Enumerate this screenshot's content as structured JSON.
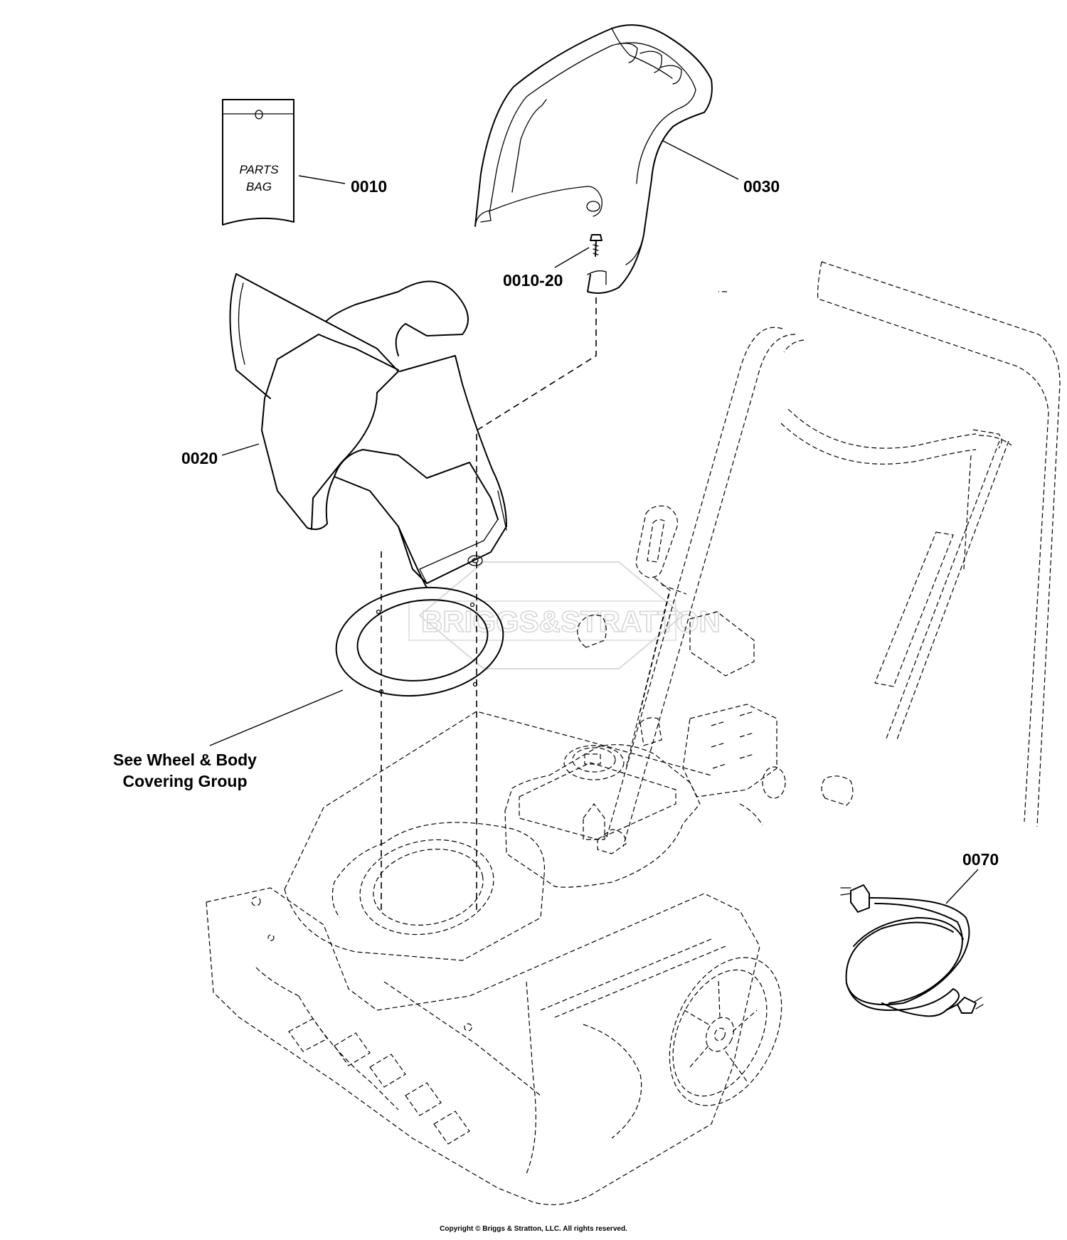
{
  "callouts": {
    "parts_bag_ref": "0010",
    "handle_ref": "0030",
    "screw_ref": "0010-20",
    "chute_ref": "0020",
    "cord_ref": "0070"
  },
  "parts_bag": {
    "line1": "PARTS",
    "line2": "BAG"
  },
  "note": {
    "line1": "See Wheel & Body",
    "line2": "Covering Group"
  },
  "watermark": {
    "text": "BRIGGS&STRATTON"
  },
  "footer": {
    "copyright": "Copyright © Briggs & Stratton, LLC. All rights reserved."
  },
  "colors": {
    "line": "#000000",
    "watermark": "#d6d6d6",
    "background": "#ffffff"
  }
}
